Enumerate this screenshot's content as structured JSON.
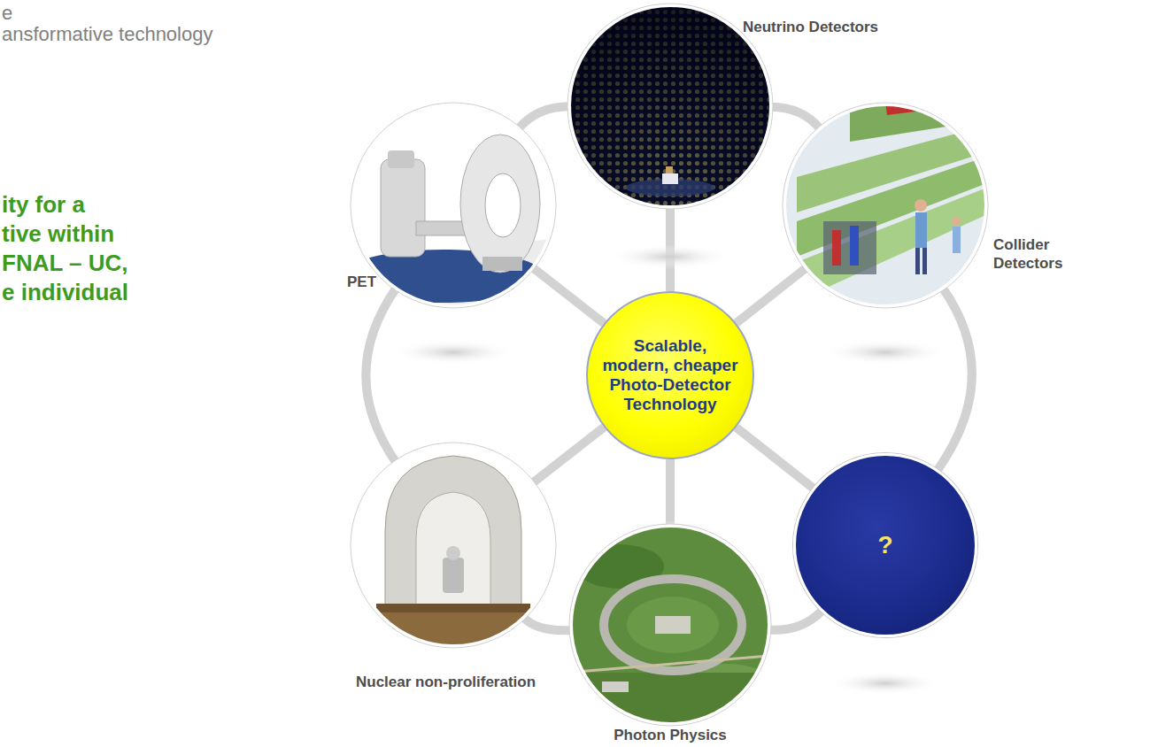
{
  "diagram": {
    "nodes": [
      {
        "text": [
          "Neutrino Detectors"
        ]
      },
      {
        "text": [
          "PET"
        ]
      },
      {
        "text": [
          "Scalable, modern, cheaper Photo-Detector Technology"
        ]
      },
      {
        "text": [
          "Collider Detectors"
        ]
      },
      {
        "text": [
          "?"
        ]
      },
      {
        "text": [
          "Nuclear non-proliferation"
        ]
      },
      {
        "text": [
          "Photon Physics"
        ]
      }
    ],
    "edges": [
      {
        "from": 2,
        "to": 0,
        "arrow": "none"
      },
      {
        "from": 2,
        "to": 3,
        "arrow": "none"
      },
      {
        "from": 2,
        "to": 4,
        "arrow": "none"
      },
      {
        "from": 2,
        "to": 6,
        "arrow": "none"
      },
      {
        "from": 2,
        "to": 5,
        "arrow": "none"
      },
      {
        "from": 2,
        "to": 1,
        "arrow": "none"
      },
      {
        "from": 0,
        "to": 3,
        "arrow": "none"
      },
      {
        "from": 3,
        "to": 4,
        "arrow": "none"
      },
      {
        "from": 4,
        "to": 6,
        "arrow": "none"
      },
      {
        "from": 6,
        "to": 5,
        "arrow": "none"
      },
      {
        "from": 5,
        "to": 1,
        "arrow": "none"
      },
      {
        "from": 1,
        "to": 0,
        "arrow": "none"
      }
    ],
    "labels": [
      "e",
      "ansformative technology",
      "ity for a",
      "tive within",
      "FNAL – UC,",
      "e individual"
    ]
  }
}
